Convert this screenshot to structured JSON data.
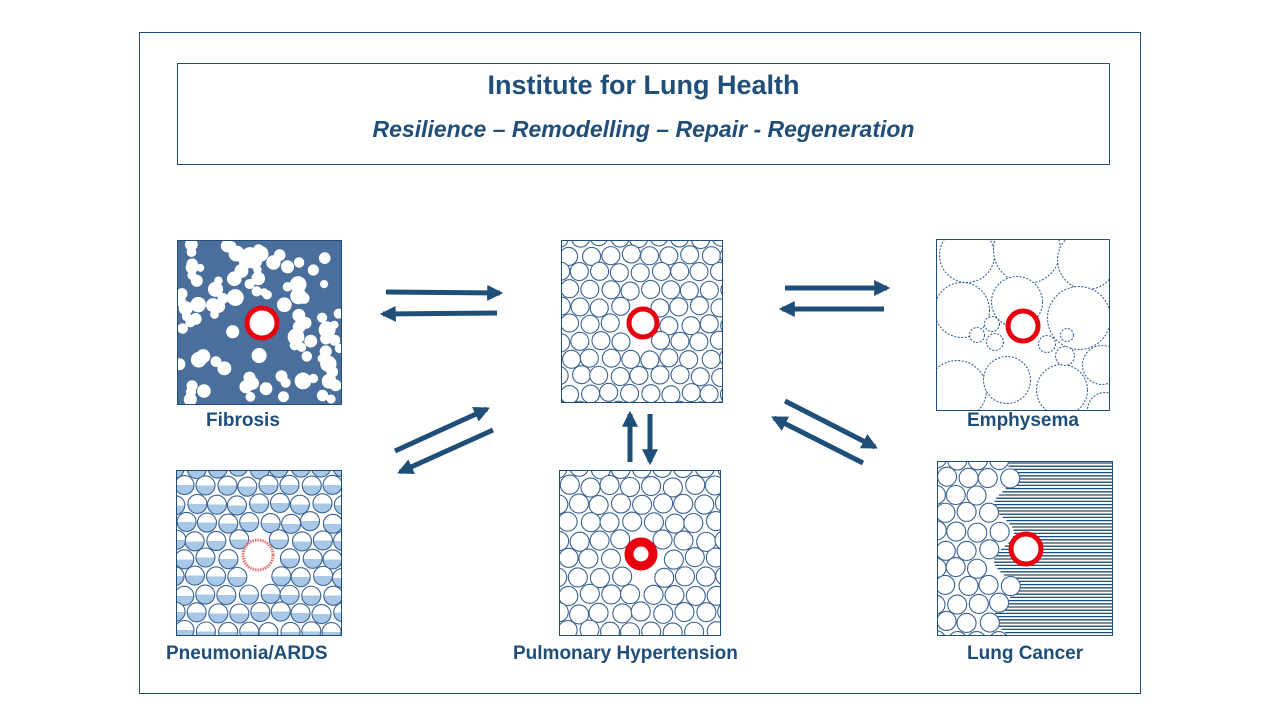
{
  "header": {
    "title": "Institute for Lung Health",
    "subtitle": "Resilience – Remodelling – Repair - Regeneration"
  },
  "panels": {
    "fibrosis": "Fibrosis",
    "emphysema": "Emphysema",
    "pneumonia": "Pneumonia/ARDS",
    "hypertension": "Pulmonary Hypertension",
    "cancer": "Lung Cancer"
  },
  "colors": {
    "primary": "#1f4e79",
    "fibrosis_fill": "#4a6f9c",
    "alveolus_stroke": "#3a6291",
    "vessel": "#e8000e",
    "fluid": "#a9c8e8",
    "inflamed": "#e87070"
  }
}
